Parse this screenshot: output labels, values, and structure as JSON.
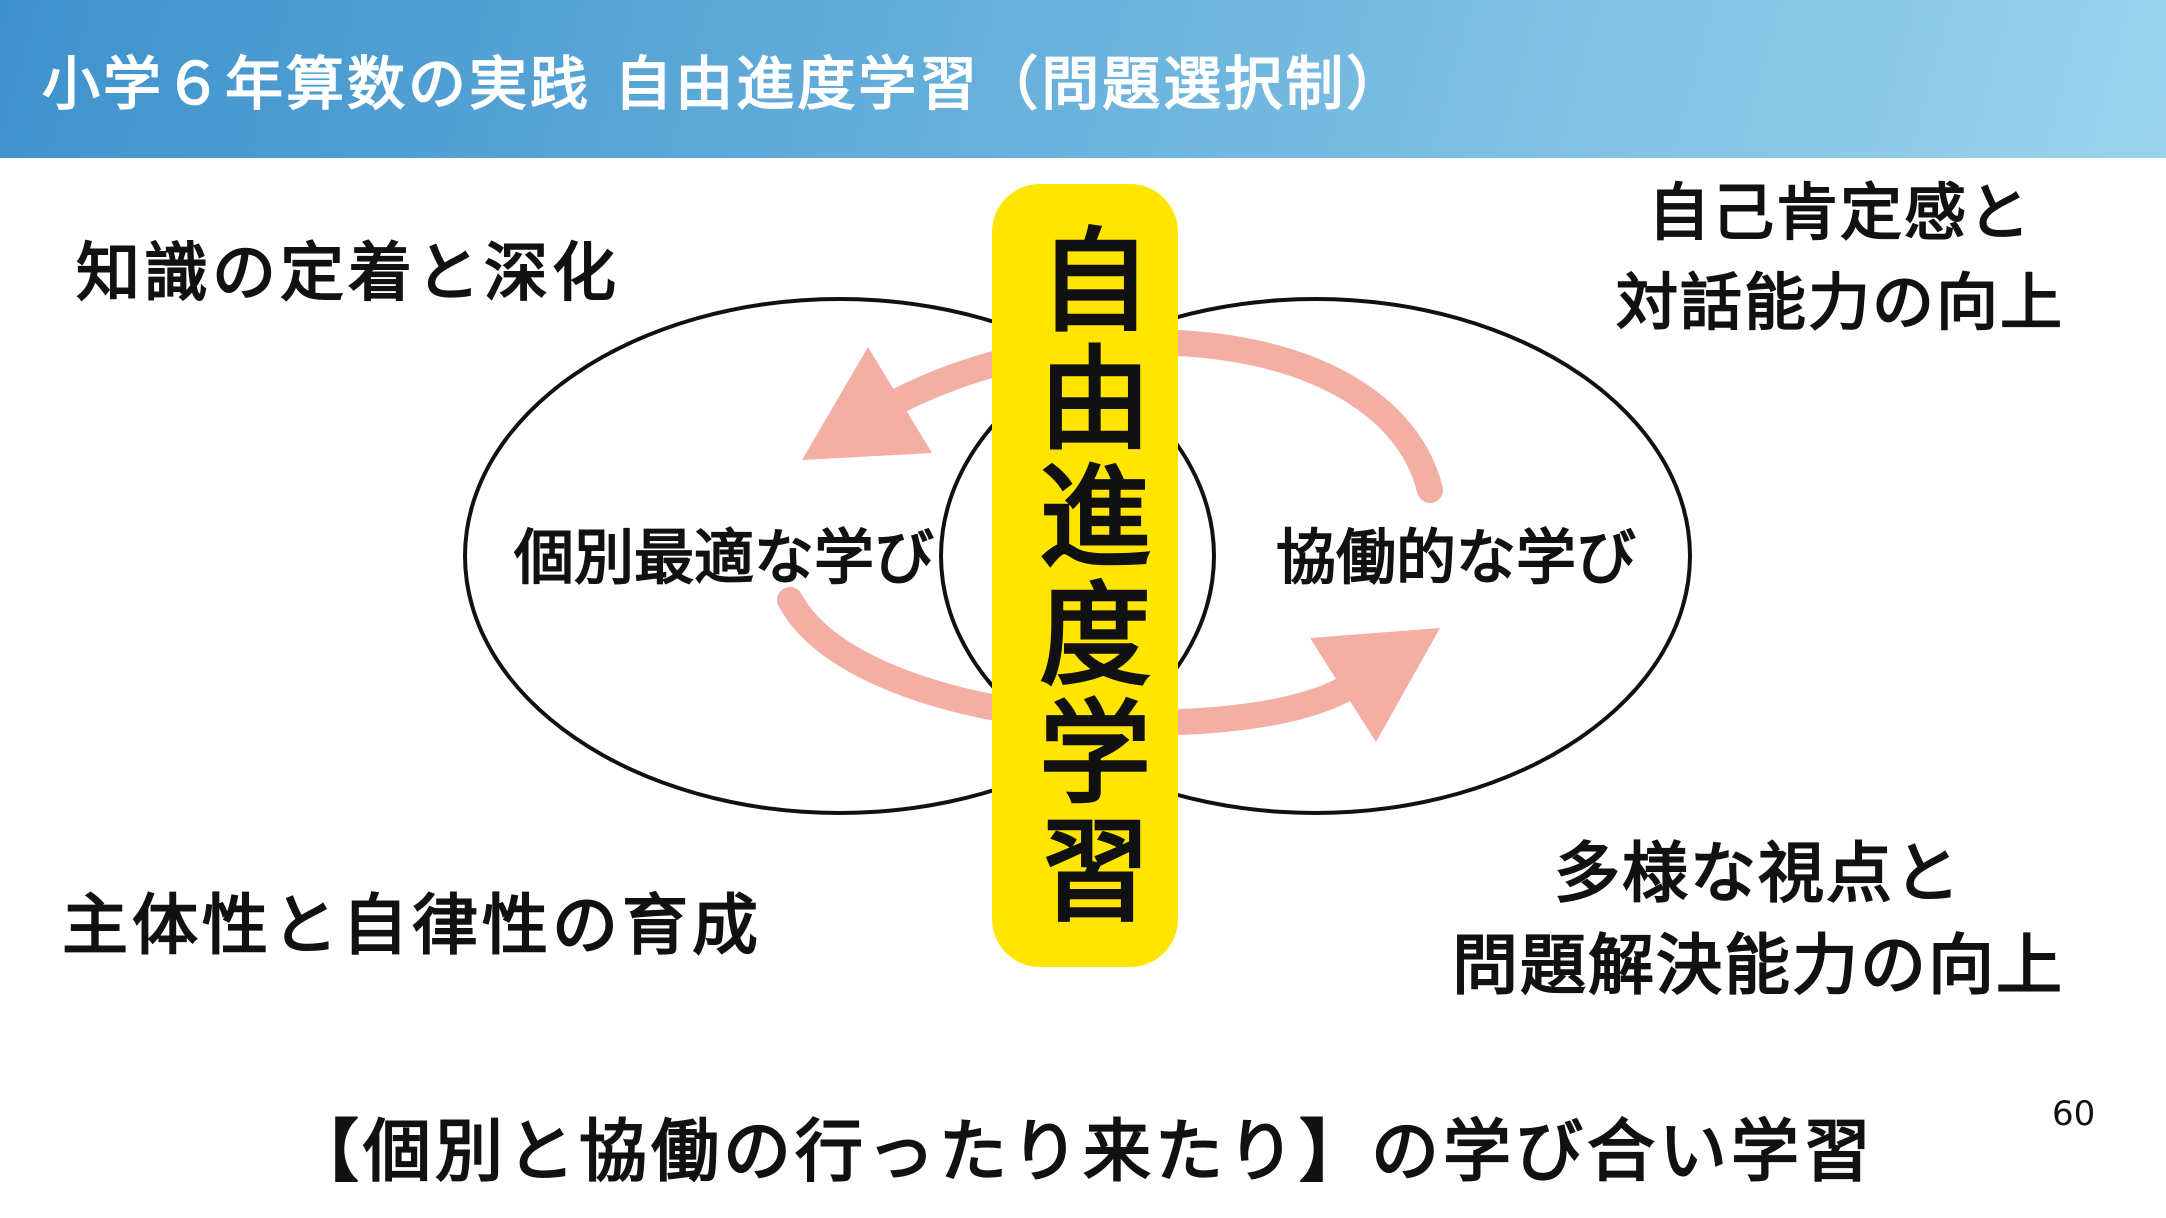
{
  "slide": {
    "header": {
      "title": "小学６年算数の実践 自由進度学習（問題選択制）"
    },
    "diagram": {
      "center_label": "自由進度学習",
      "left_circle_label": "個別最適な学び",
      "right_circle_label": "協働的な学び"
    },
    "annotations": {
      "top_left": "知識の定着と深化",
      "top_right": [
        "自己肯定感と",
        "対話能力の向上"
      ],
      "bottom_left": "主体性と自律性の育成",
      "bottom_right": [
        "多様な視点と",
        "問題解決能力の向上"
      ]
    },
    "footer": {
      "caption": "【個別と協働の行ったり来たり】の学び合い学習",
      "page_number": "60"
    },
    "colors": {
      "header_gradient_start": "#3E92CC",
      "header_gradient_end": "#9AD3EC",
      "header_text": "#FFFFFF",
      "center_box_bg": "#FFE500",
      "arrow": "#F4AFA5",
      "ellipse_stroke": "#111111",
      "text": "#111111"
    }
  }
}
